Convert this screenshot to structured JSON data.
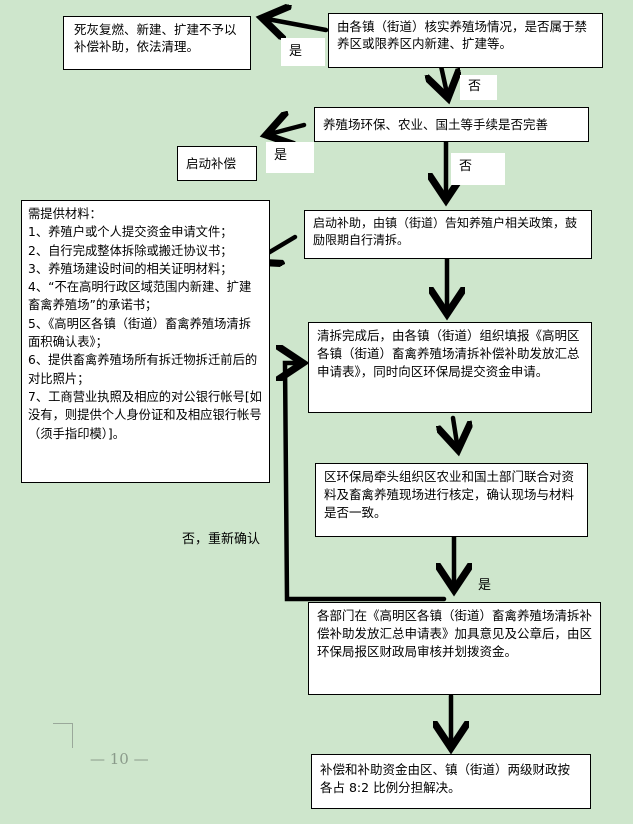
{
  "nodes": {
    "check_zone": "由各镇（街道）核实养殖场情况，是否属于禁养区或限养区内新建、扩建等。",
    "no_compensation": "死灰复燃、新建、扩建不予以补偿补助，依法清理。",
    "procedures_complete": "养殖场环保、农业、国土等手续是否完善",
    "start_compensation": "启动补偿",
    "start_subsidy": "启动补助，由镇（街道）告知养殖户相关政策，鼓励限期自行清拆。",
    "materials": "需提供材料：\n1、养殖户或个人提交资金申请文件；\n2、自行完成整体拆除或搬迁协议书；\n3、养殖场建设时间的相关证明材料；\n4、“不在高明行政区域范围内新建、扩建畜禽养殖场”的承诺书；\n5、《高明区各镇（街道）畜禽养殖场清拆面积确认表》；\n6、提供畜禽养殖场所有拆迁物拆迁前后的对比照片；\n7、工商营业执照及相应的对公银行帐号[如没有，则提供个人身份证和及相应银行帐号（须手指印模）]。",
    "after_demolition": "清拆完成后，由各镇（街道）组织填报《高明区各镇（街道）畜禽养殖场清拆补偿补助发放汇总申请表》，同时向区环保局提交资金申请。",
    "joint_verification": "区环保局牵头组织区农业和国土部门联合对资料及畜禽养殖现场进行核定，确认现场与材料是否一致。",
    "department_opinion": "各部门在《高明区各镇（街道）畜禽养殖场清拆补偿补助发放汇总申请表》加具意见及公章后，由区环保局报区财政局审核并划拨资金。",
    "funding_split": "补偿和补助资金由区、镇（街道）两级财政按各占 8:2 比例分担解决。"
  },
  "labels": {
    "yes_1": "是",
    "no_1": "否",
    "yes_2": "是",
    "no_2": "否",
    "no_reconfirm": "否，重新确认",
    "yes_3": "是"
  },
  "page_number": "— 10 —"
}
